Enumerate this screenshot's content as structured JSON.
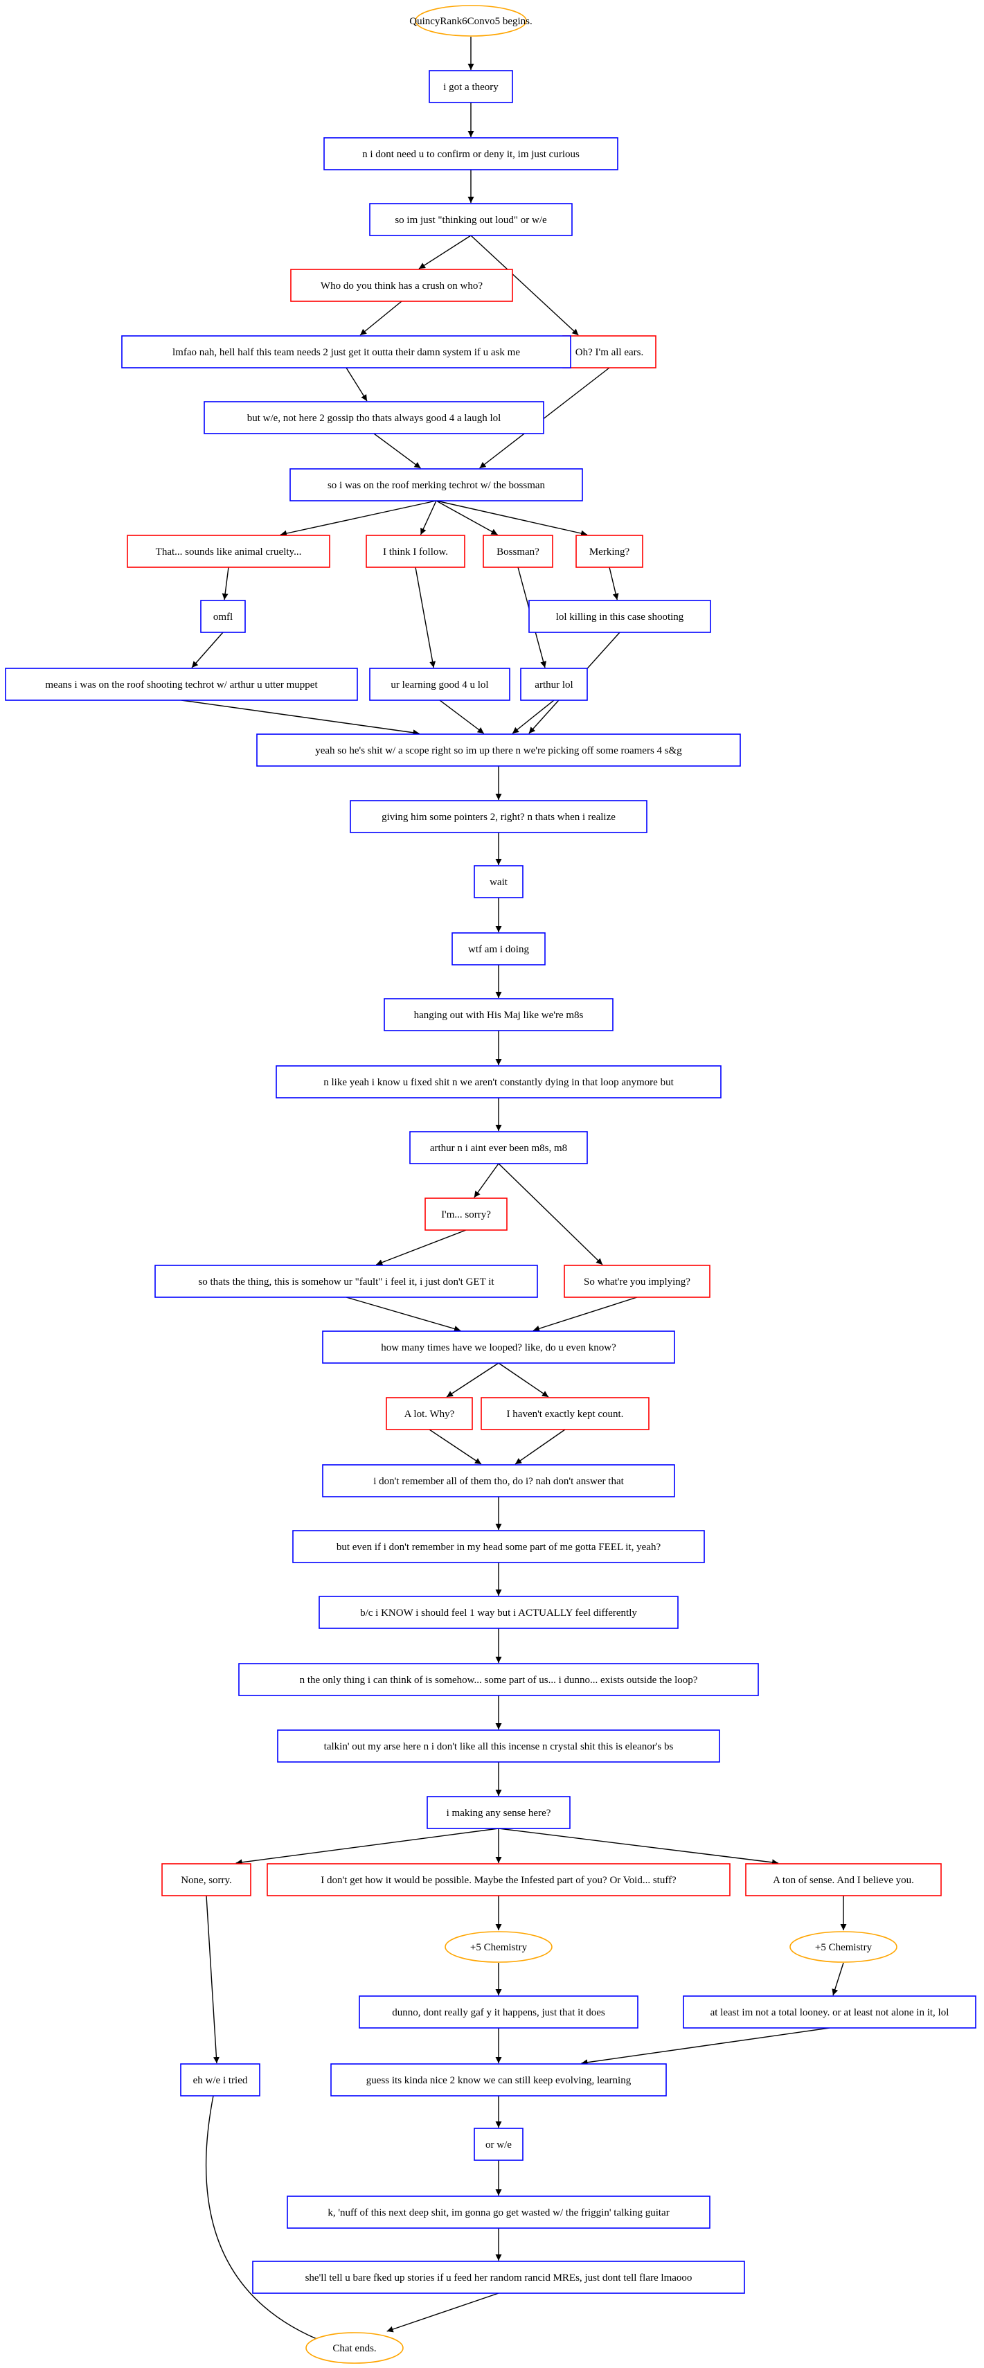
{
  "colors": {
    "player_option": "#ff0000",
    "npc_line": "#0000ff",
    "event": "#ffa500",
    "edge": "#000000",
    "text": "#000000"
  },
  "nodes": {
    "n_start": {
      "text": "QuincyRank6Convo5 begins.",
      "kind": "event"
    },
    "n_theory": {
      "text": "i got a theory",
      "kind": "npc"
    },
    "n_confirm": {
      "text": "n i dont need u to confirm or deny it, im just curious",
      "kind": "npc"
    },
    "n_thinking": {
      "text": "so im just \"thinking out loud\" or w/e",
      "kind": "npc"
    },
    "n_crush": {
      "text": "Who do you think has a crush on who?",
      "kind": "option"
    },
    "n_ears": {
      "text": "Oh? I'm all ears.",
      "kind": "option"
    },
    "n_lmfao": {
      "text": "lmfao nah, hell half this team needs 2 just get it outta their damn system if u ask me",
      "kind": "npc"
    },
    "n_gossip": {
      "text": "but w/e, not here 2 gossip tho thats always good 4 a laugh lol",
      "kind": "npc"
    },
    "n_roof": {
      "text": "so i was on the roof merking techrot w/ the bossman",
      "kind": "npc"
    },
    "n_cruelty": {
      "text": "That... sounds like animal cruelty...",
      "kind": "option"
    },
    "n_follow": {
      "text": "I think I follow.",
      "kind": "option"
    },
    "n_bossman": {
      "text": "Bossman?",
      "kind": "option"
    },
    "n_merking": {
      "text": "Merking?",
      "kind": "option"
    },
    "n_omfl": {
      "text": "omfl",
      "kind": "npc"
    },
    "n_killing": {
      "text": "lol killing in this case shooting",
      "kind": "npc"
    },
    "n_means": {
      "text": "means i was on the roof shooting techrot w/ arthur u utter muppet",
      "kind": "npc"
    },
    "n_learning": {
      "text": "ur learning good 4 u lol",
      "kind": "npc"
    },
    "n_arthur": {
      "text": "arthur lol",
      "kind": "npc"
    },
    "n_scope": {
      "text": "yeah so he's shit w/ a scope right so im up there n we're picking off some roamers 4 s&g",
      "kind": "npc"
    },
    "n_pointers": {
      "text": "giving him some pointers 2, right? n thats when i realize",
      "kind": "npc"
    },
    "n_wait": {
      "text": "wait",
      "kind": "npc"
    },
    "n_wtf": {
      "text": "wtf am i doing",
      "kind": "npc"
    },
    "n_hanging": {
      "text": "hanging out with His Maj like we're m8s",
      "kind": "npc"
    },
    "n_fixed": {
      "text": "n like yeah i know u fixed shit n we aren't constantly dying in that loop anymore but",
      "kind": "npc"
    },
    "n_m8s": {
      "text": "arthur n i aint ever been m8s, m8",
      "kind": "npc"
    },
    "n_sorry": {
      "text": "I'm... sorry?",
      "kind": "option"
    },
    "n_implying": {
      "text": "So what're you implying?",
      "kind": "option"
    },
    "n_fault": {
      "text": "so thats the thing, this is somehow ur \"fault\" i feel it, i just don't GET it",
      "kind": "npc"
    },
    "n_looped": {
      "text": "how many times have we looped? like, do u even know?",
      "kind": "npc"
    },
    "n_alot": {
      "text": "A lot. Why?",
      "kind": "option"
    },
    "n_count": {
      "text": "I haven't exactly kept count.",
      "kind": "option"
    },
    "n_remember": {
      "text": "i don't remember all of them tho, do i? nah don't answer that",
      "kind": "npc"
    },
    "n_feel": {
      "text": "but even if i don't remember in my head some part of me gotta FEEL it, yeah?",
      "kind": "npc"
    },
    "n_know": {
      "text": "b/c i KNOW i should feel 1 way but i ACTUALLY feel differently",
      "kind": "npc"
    },
    "n_outside": {
      "text": "n the only thing i can think of is somehow... some part of us... i dunno... exists outside the loop?",
      "kind": "npc"
    },
    "n_incense": {
      "text": "talkin' out my arse here n i don't like all this incense n crystal shit this is eleanor's bs",
      "kind": "npc"
    },
    "n_sense": {
      "text": "i making any sense here?",
      "kind": "npc"
    },
    "n_none": {
      "text": "None, sorry.",
      "kind": "option"
    },
    "n_possible": {
      "text": "I don't get how it would be possible. Maybe the Infested part of you? Or Void... stuff?",
      "kind": "option"
    },
    "n_ton": {
      "text": "A ton of sense. And I believe you.",
      "kind": "option"
    },
    "n_chem1": {
      "text": "+5 Chemistry",
      "kind": "event"
    },
    "n_chem2": {
      "text": "+5 Chemistry",
      "kind": "event"
    },
    "n_dunno": {
      "text": "dunno, dont really gaf y it happens, just that it does",
      "kind": "npc"
    },
    "n_looney": {
      "text": "at least im not a total looney. or at least not alone in it, lol",
      "kind": "npc"
    },
    "n_tried": {
      "text": "eh w/e i tried",
      "kind": "npc"
    },
    "n_evolving": {
      "text": "guess its kinda nice 2 know we can still keep evolving, learning",
      "kind": "npc"
    },
    "n_orwe": {
      "text": "or w/e",
      "kind": "npc"
    },
    "n_guitar": {
      "text": "k, 'nuff of this next deep shit, im gonna go get wasted w/ the friggin' talking guitar",
      "kind": "npc"
    },
    "n_mres": {
      "text": "she'll tell u bare fked up stories if u feed her random rancid MREs, just dont tell flare lmaooo",
      "kind": "npc"
    },
    "n_end": {
      "text": "Chat ends.",
      "kind": "event"
    }
  }
}
